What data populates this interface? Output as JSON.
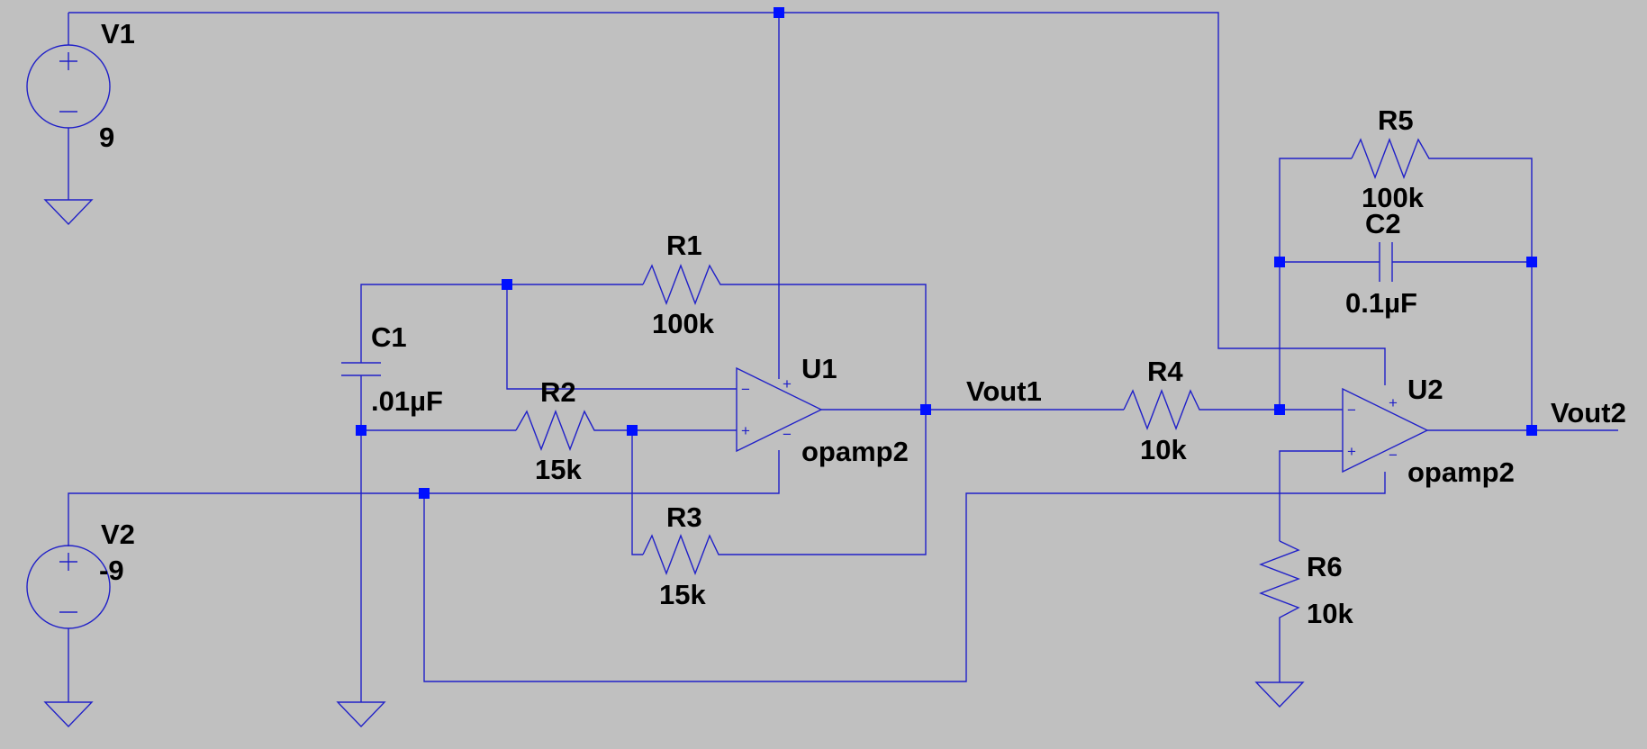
{
  "schematic": {
    "sources": [
      {
        "name": "V1",
        "value": "9"
      },
      {
        "name": "V2",
        "value": "-9"
      }
    ],
    "resistors": [
      {
        "name": "R1",
        "value": "100k"
      },
      {
        "name": "R2",
        "value": "15k"
      },
      {
        "name": "R3",
        "value": "15k"
      },
      {
        "name": "R4",
        "value": "10k"
      },
      {
        "name": "R5",
        "value": "100k"
      },
      {
        "name": "R6",
        "value": "10k"
      }
    ],
    "capacitors": [
      {
        "name": "C1",
        "value": ".01µF"
      },
      {
        "name": "C2",
        "value": "0.1µF"
      }
    ],
    "opamps": [
      {
        "name": "U1",
        "model": "opamp2"
      },
      {
        "name": "U2",
        "model": "opamp2"
      }
    ],
    "nets": {
      "vout1": "Vout1",
      "vout2": "Vout2"
    },
    "pin_marks": {
      "plus": "+",
      "minus": "−"
    }
  },
  "colors": {
    "background": "#c0c0c0",
    "wire": "#2020c8",
    "junction": "#0010ff",
    "label": "#000000"
  }
}
